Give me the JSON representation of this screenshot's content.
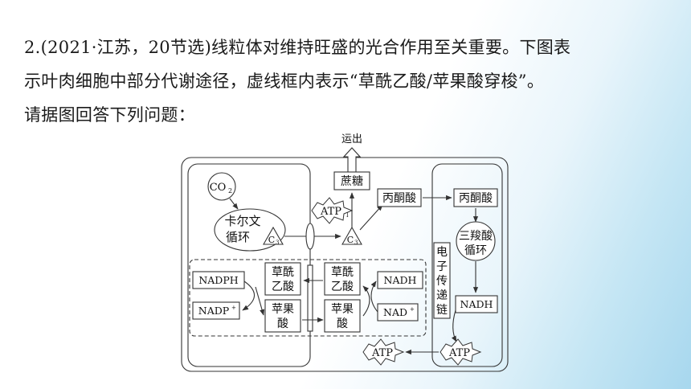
{
  "question": {
    "line1": "2.(2021·江苏，20节选)线粒体对维持旺盛的光合作用至关重要。下图表",
    "line2": "示叶肉细胞中部分代谢途径，虚线框内表示“草酰乙酸/苹果酸穿梭”。",
    "line3": "请据图回答下列问题："
  },
  "diagram": {
    "export_label": "运出",
    "sucrose": "蔗糖",
    "atp": "ATP",
    "pyruvate": "丙酮酸",
    "co2": "CO",
    "co2_sub": "2",
    "calvin": [
      "卡尔文",
      "循环"
    ],
    "c3": "C",
    "c3_sub": "3",
    "tca": [
      "三羧酸",
      "循环"
    ],
    "etc": [
      "电",
      "子",
      "传",
      "递",
      "链"
    ],
    "nadph": "NADPH",
    "nadp": "NADP",
    "nadp_sup": "+",
    "nadh": "NADH",
    "nad": "NAD",
    "nad_sup": "+",
    "oxaloacetate": [
      "草酰",
      "乙酸"
    ],
    "malate": [
      "苹果",
      "酸"
    ]
  }
}
